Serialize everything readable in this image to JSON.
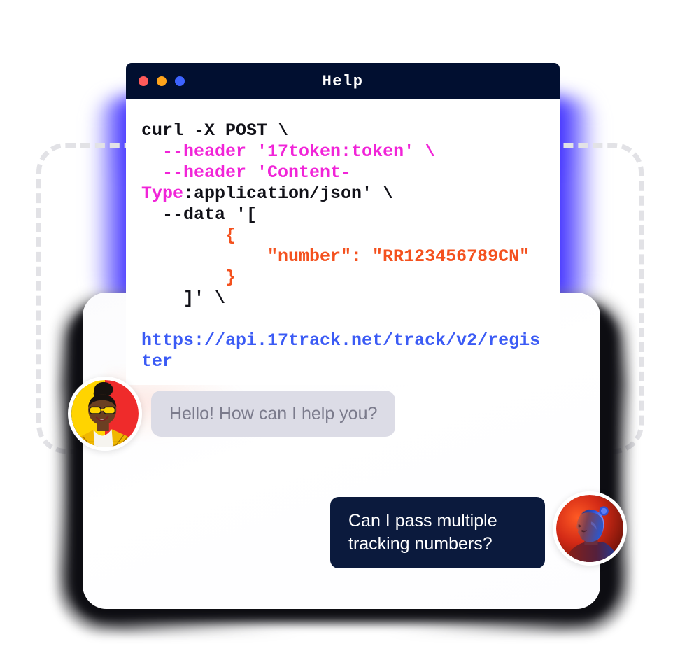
{
  "window": {
    "title": "Help",
    "traffic_lights": [
      {
        "name": "close",
        "color": "#ff5a5a"
      },
      {
        "name": "minimize",
        "color": "#ffa41b"
      },
      {
        "name": "maximize",
        "color": "#3d63ff"
      }
    ]
  },
  "code": {
    "language": "shell",
    "lines": [
      {
        "segments": [
          {
            "text": "curl -X POST \\",
            "type": "plain"
          }
        ]
      },
      {
        "segments": [
          {
            "text": "  --header '17token:token' \\",
            "type": "header"
          }
        ]
      },
      {
        "segments": [
          {
            "text": "  --header 'Content-Type",
            "type": "header"
          },
          {
            "text": ":application/json' \\",
            "type": "plain"
          }
        ]
      },
      {
        "segments": [
          {
            "text": "  --data '[",
            "type": "plain"
          }
        ]
      },
      {
        "segments": [
          {
            "text": "        {",
            "type": "string"
          }
        ]
      },
      {
        "segments": [
          {
            "text": "            \"number\": \"RR123456789CN\"",
            "type": "string"
          }
        ]
      },
      {
        "segments": [
          {
            "text": "        }",
            "type": "string"
          }
        ]
      },
      {
        "segments": [
          {
            "text": "    ]' \\",
            "type": "plain"
          }
        ]
      },
      {
        "segments": [
          {
            "text": "  https://api.17track.net/track/v2/register",
            "type": "url"
          }
        ]
      }
    ],
    "plain_text": "curl -X POST \\\n  --header '17token:token' \\\n  --header 'Content-Type:application/json' \\\n  --data '[\n        {\n            \"number\": \"RR123456789CN\"\n        }\n    ]' \\\n  https://api.17track.net/track/v2/register",
    "colors": {
      "plain": "#111118",
      "header": "#f124d8",
      "string": "#f4511e",
      "url": "#3b5bf5"
    }
  },
  "chat": {
    "messages": [
      {
        "id": "agent-greeting",
        "author": "agent",
        "align": "left",
        "text": "Hello! How can I help you?",
        "bubble_color": "#dcdce6",
        "text_color": "#7b7b8c",
        "avatar": "woman-yellow-sunglasses-avatar"
      },
      {
        "id": "user-question",
        "author": "user",
        "align": "right",
        "text": "Can I pass multiple tracking numbers?",
        "bubble_color": "#0b1a3d",
        "text_color": "#ffffff",
        "avatar": "person-red-blue-light-avatar"
      }
    ]
  },
  "decor": {
    "glow_color": "#3322ff",
    "dashed_border_color": "#e2e2e6",
    "card_shadow_color": "#0d0d12",
    "titlebar_color": "#010f30"
  }
}
